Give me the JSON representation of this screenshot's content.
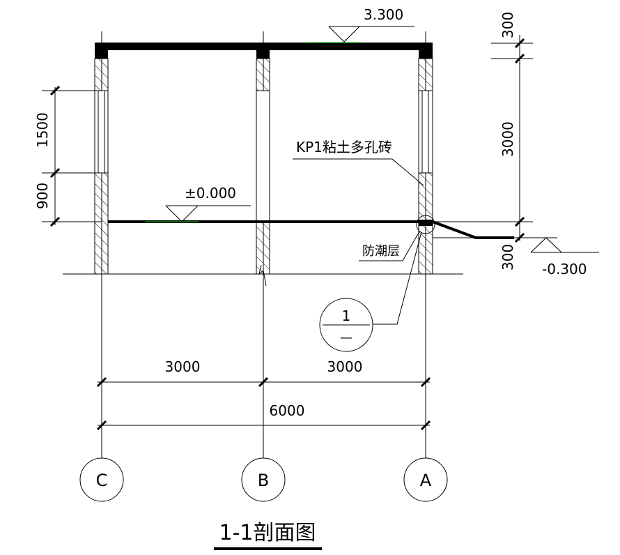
{
  "title": "1-1剖面图",
  "elevations": {
    "roof": "3.300",
    "floor": "±0.000",
    "ground": "-0.300"
  },
  "left_dims": [
    "1500",
    "900"
  ],
  "right_dims": [
    "300",
    "3000",
    "300"
  ],
  "bottom_dims": {
    "span1": "3000",
    "span2": "3000",
    "total": "6000"
  },
  "axes": [
    "C",
    "B",
    "A"
  ],
  "annotations": {
    "wall_material": "KP1粘土多孔砖",
    "damp_proof": "防潮层"
  },
  "detail_ref": {
    "number": "1",
    "sheet": "—"
  },
  "colors": {
    "line": "#000000",
    "highlight": "#00cc00"
  }
}
